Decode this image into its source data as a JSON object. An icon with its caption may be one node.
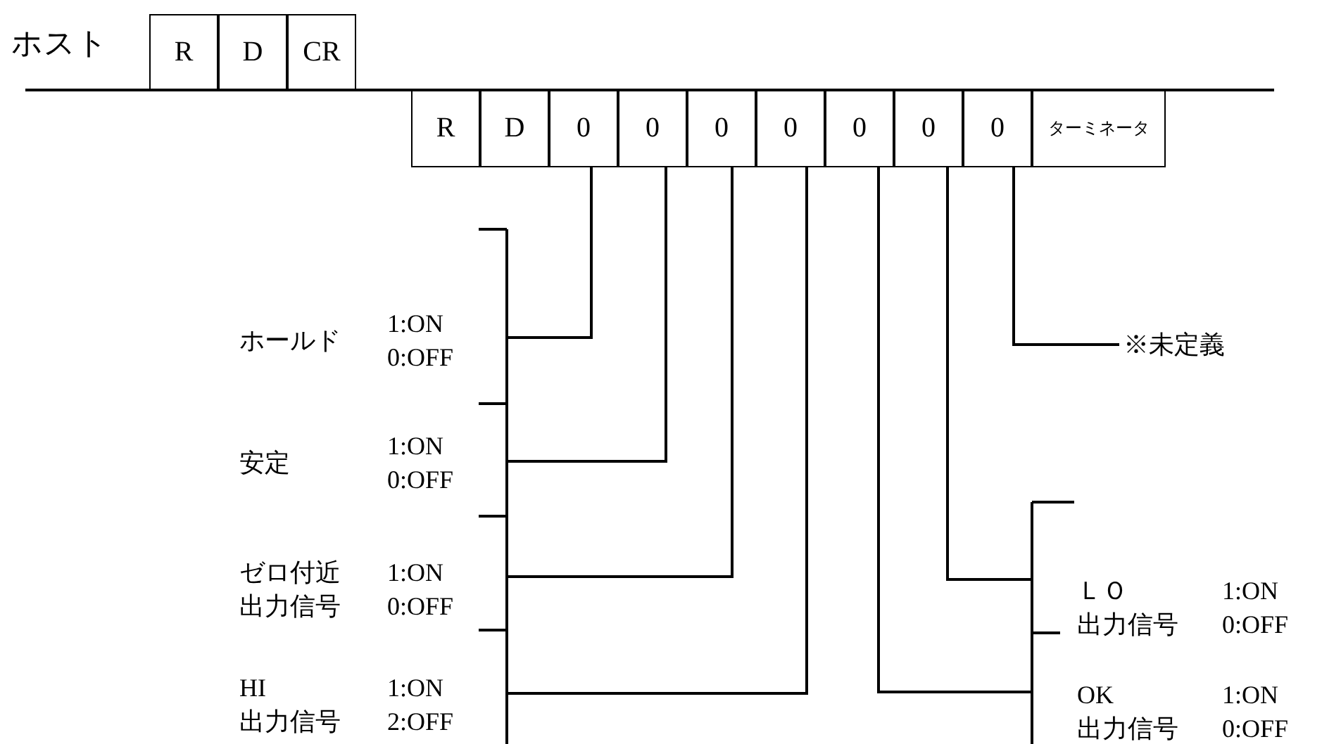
{
  "diagram": {
    "nodes": [
      {
        "text": [
          "R"
        ]
      },
      {
        "text": [
          "D"
        ]
      },
      {
        "text": [
          "CR"
        ]
      },
      {
        "text": [
          "R"
        ]
      },
      {
        "text": [
          "D"
        ]
      },
      {
        "text": [
          "0"
        ]
      },
      {
        "text": [
          "0"
        ]
      },
      {
        "text": [
          "0"
        ]
      },
      {
        "text": [
          "0"
        ]
      },
      {
        "text": [
          "0"
        ]
      },
      {
        "text": [
          "0"
        ]
      },
      {
        "text": [
          "0"
        ]
      },
      {
        "text": [
          "ターミネータ"
        ]
      },
      {
        "text": [
          "ホールド",
          "1:ON 0:OFF"
        ]
      },
      {
        "text": [
          "安定",
          "1:ON 0:OFF"
        ]
      },
      {
        "text": [
          "ゼロ付近",
          "出力信号",
          "1:ON 0:OFF"
        ]
      },
      {
        "text": [
          "HI",
          "出力信号",
          "1:ON 2:OFF"
        ]
      },
      {
        "text": [
          "※未定義"
        ]
      },
      {
        "text": [
          "ＬＯ",
          "出力信号",
          "1:ON 0:OFF"
        ]
      },
      {
        "text": [
          "OK",
          "出力信号",
          "1:ON 0:OFF"
        ]
      }
    ],
    "edges": [
      {
        "from": 5,
        "to": 13,
        "arrow": "none"
      },
      {
        "from": 6,
        "to": 14,
        "arrow": "none"
      },
      {
        "from": 7,
        "to": 15,
        "arrow": "none"
      },
      {
        "from": 8,
        "to": 16,
        "arrow": "none"
      },
      {
        "from": 9,
        "to": 19,
        "arrow": "none"
      },
      {
        "from": 10,
        "to": 18,
        "arrow": "none"
      },
      {
        "from": 11,
        "to": 17,
        "arrow": "none"
      }
    ],
    "labels": [
      "ホスト"
    ]
  }
}
